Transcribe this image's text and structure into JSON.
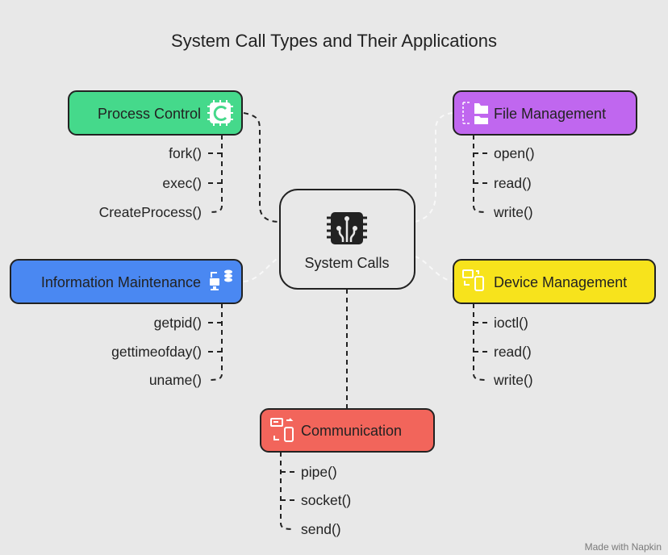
{
  "title": "System Call Types and Their Applications",
  "center": {
    "label": "System Calls",
    "icon": "chip-icon"
  },
  "categories": [
    {
      "label": "Process Control",
      "color": "#45d98b",
      "icon": "process-cpu-icon",
      "items": [
        "fork()",
        "exec()",
        "CreateProcess()"
      ]
    },
    {
      "label": "File Management",
      "color": "#c067ef",
      "icon": "folder-icon",
      "items": [
        "open()",
        "read()",
        "write()"
      ]
    },
    {
      "label": "Information Maintenance",
      "color": "#4a88f2",
      "icon": "computer-database-icon",
      "items": [
        "getpid()",
        "gettimeofday()",
        "uname()"
      ]
    },
    {
      "label": "Device Management",
      "color": "#f7e31c",
      "icon": "devices-icon",
      "items": [
        "ioctl()",
        "read()",
        "write()"
      ]
    },
    {
      "label": "Communication",
      "color": "#f2655b",
      "icon": "communication-devices-icon",
      "items": [
        "pipe()",
        "socket()",
        "send()"
      ]
    }
  ],
  "watermark": "Made with Napkin"
}
